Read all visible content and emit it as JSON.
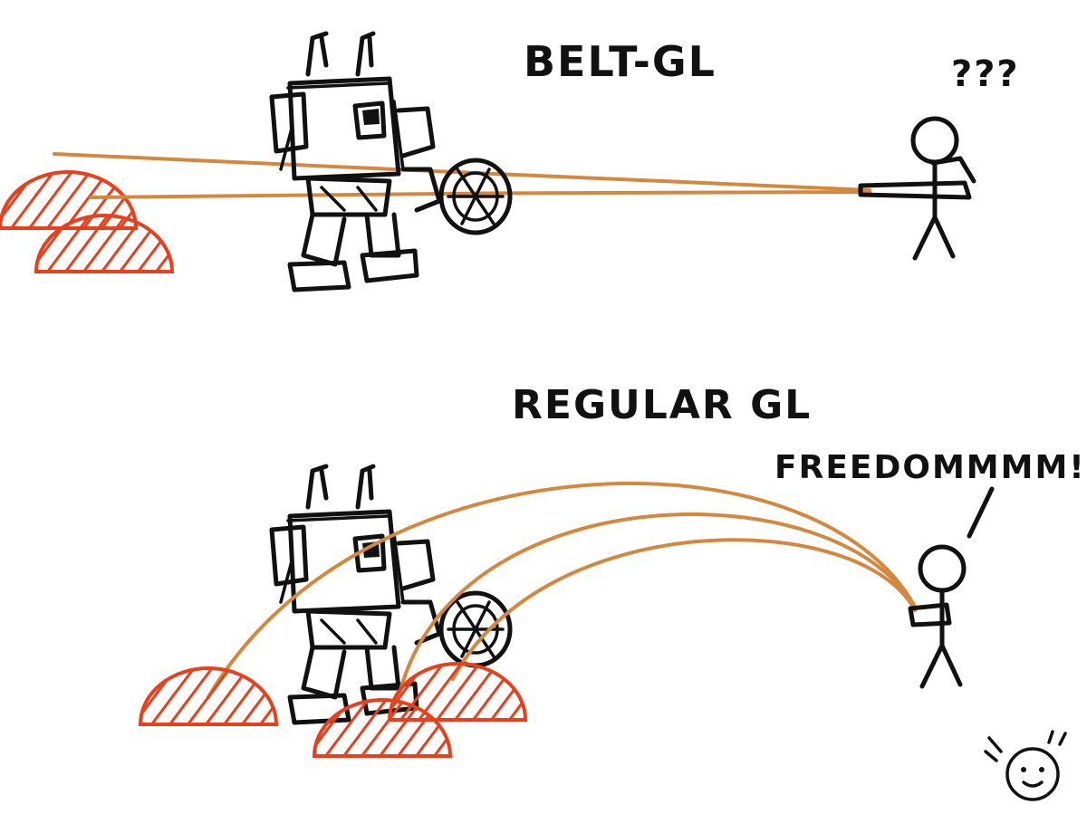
{
  "panel_top": {
    "title": "BELT-GL",
    "reaction": "???"
  },
  "panel_bottom": {
    "title": "REGULAR GL",
    "shout": "FREEDOMMMM!!"
  },
  "colors": {
    "ink": "#111111",
    "blast": "#e8401c",
    "trajectory": "#d4883e",
    "background": "#ffffff"
  },
  "icons": [
    "mech-robot-icon",
    "stick-figure-icon",
    "blast-zone-icon",
    "smiley-signature-icon"
  ]
}
